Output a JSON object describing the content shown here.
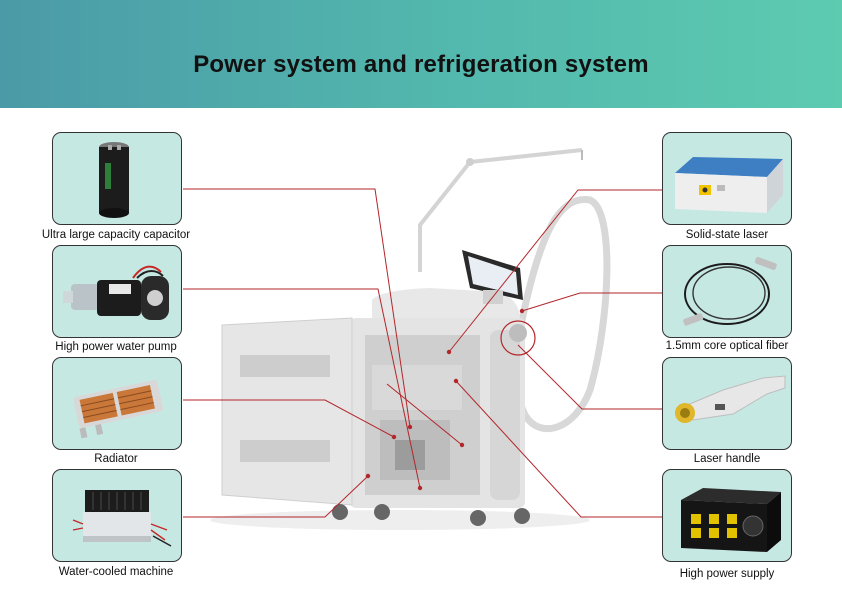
{
  "header": {
    "title": "Power system and refrigeration system"
  },
  "components": {
    "capacitor": {
      "label": "Ultra large capacity capacitor"
    },
    "pump": {
      "label": "High power water pump"
    },
    "radiator": {
      "label": "Radiator"
    },
    "water_cooled": {
      "label": "Water-cooled machine"
    },
    "laser": {
      "label": "Solid-state laser"
    },
    "fiber": {
      "label": "1.5mm core optical fiber"
    },
    "handle": {
      "label": "Laser handle"
    },
    "power_supply": {
      "label": "High power supply"
    }
  },
  "colors": {
    "header_start": "#4b9aa7",
    "header_end": "#5dcbb0",
    "card_bg": "#c6e8e3",
    "leader_line": "#b3262a",
    "machine_body": "#e2e2e2"
  },
  "icons": [
    "capacitor-icon",
    "water-pump-icon",
    "radiator-icon",
    "water-cooled-machine-icon",
    "solid-state-laser-icon",
    "optical-fiber-icon",
    "laser-handle-icon",
    "power-supply-icon",
    "laser-machine-image"
  ]
}
